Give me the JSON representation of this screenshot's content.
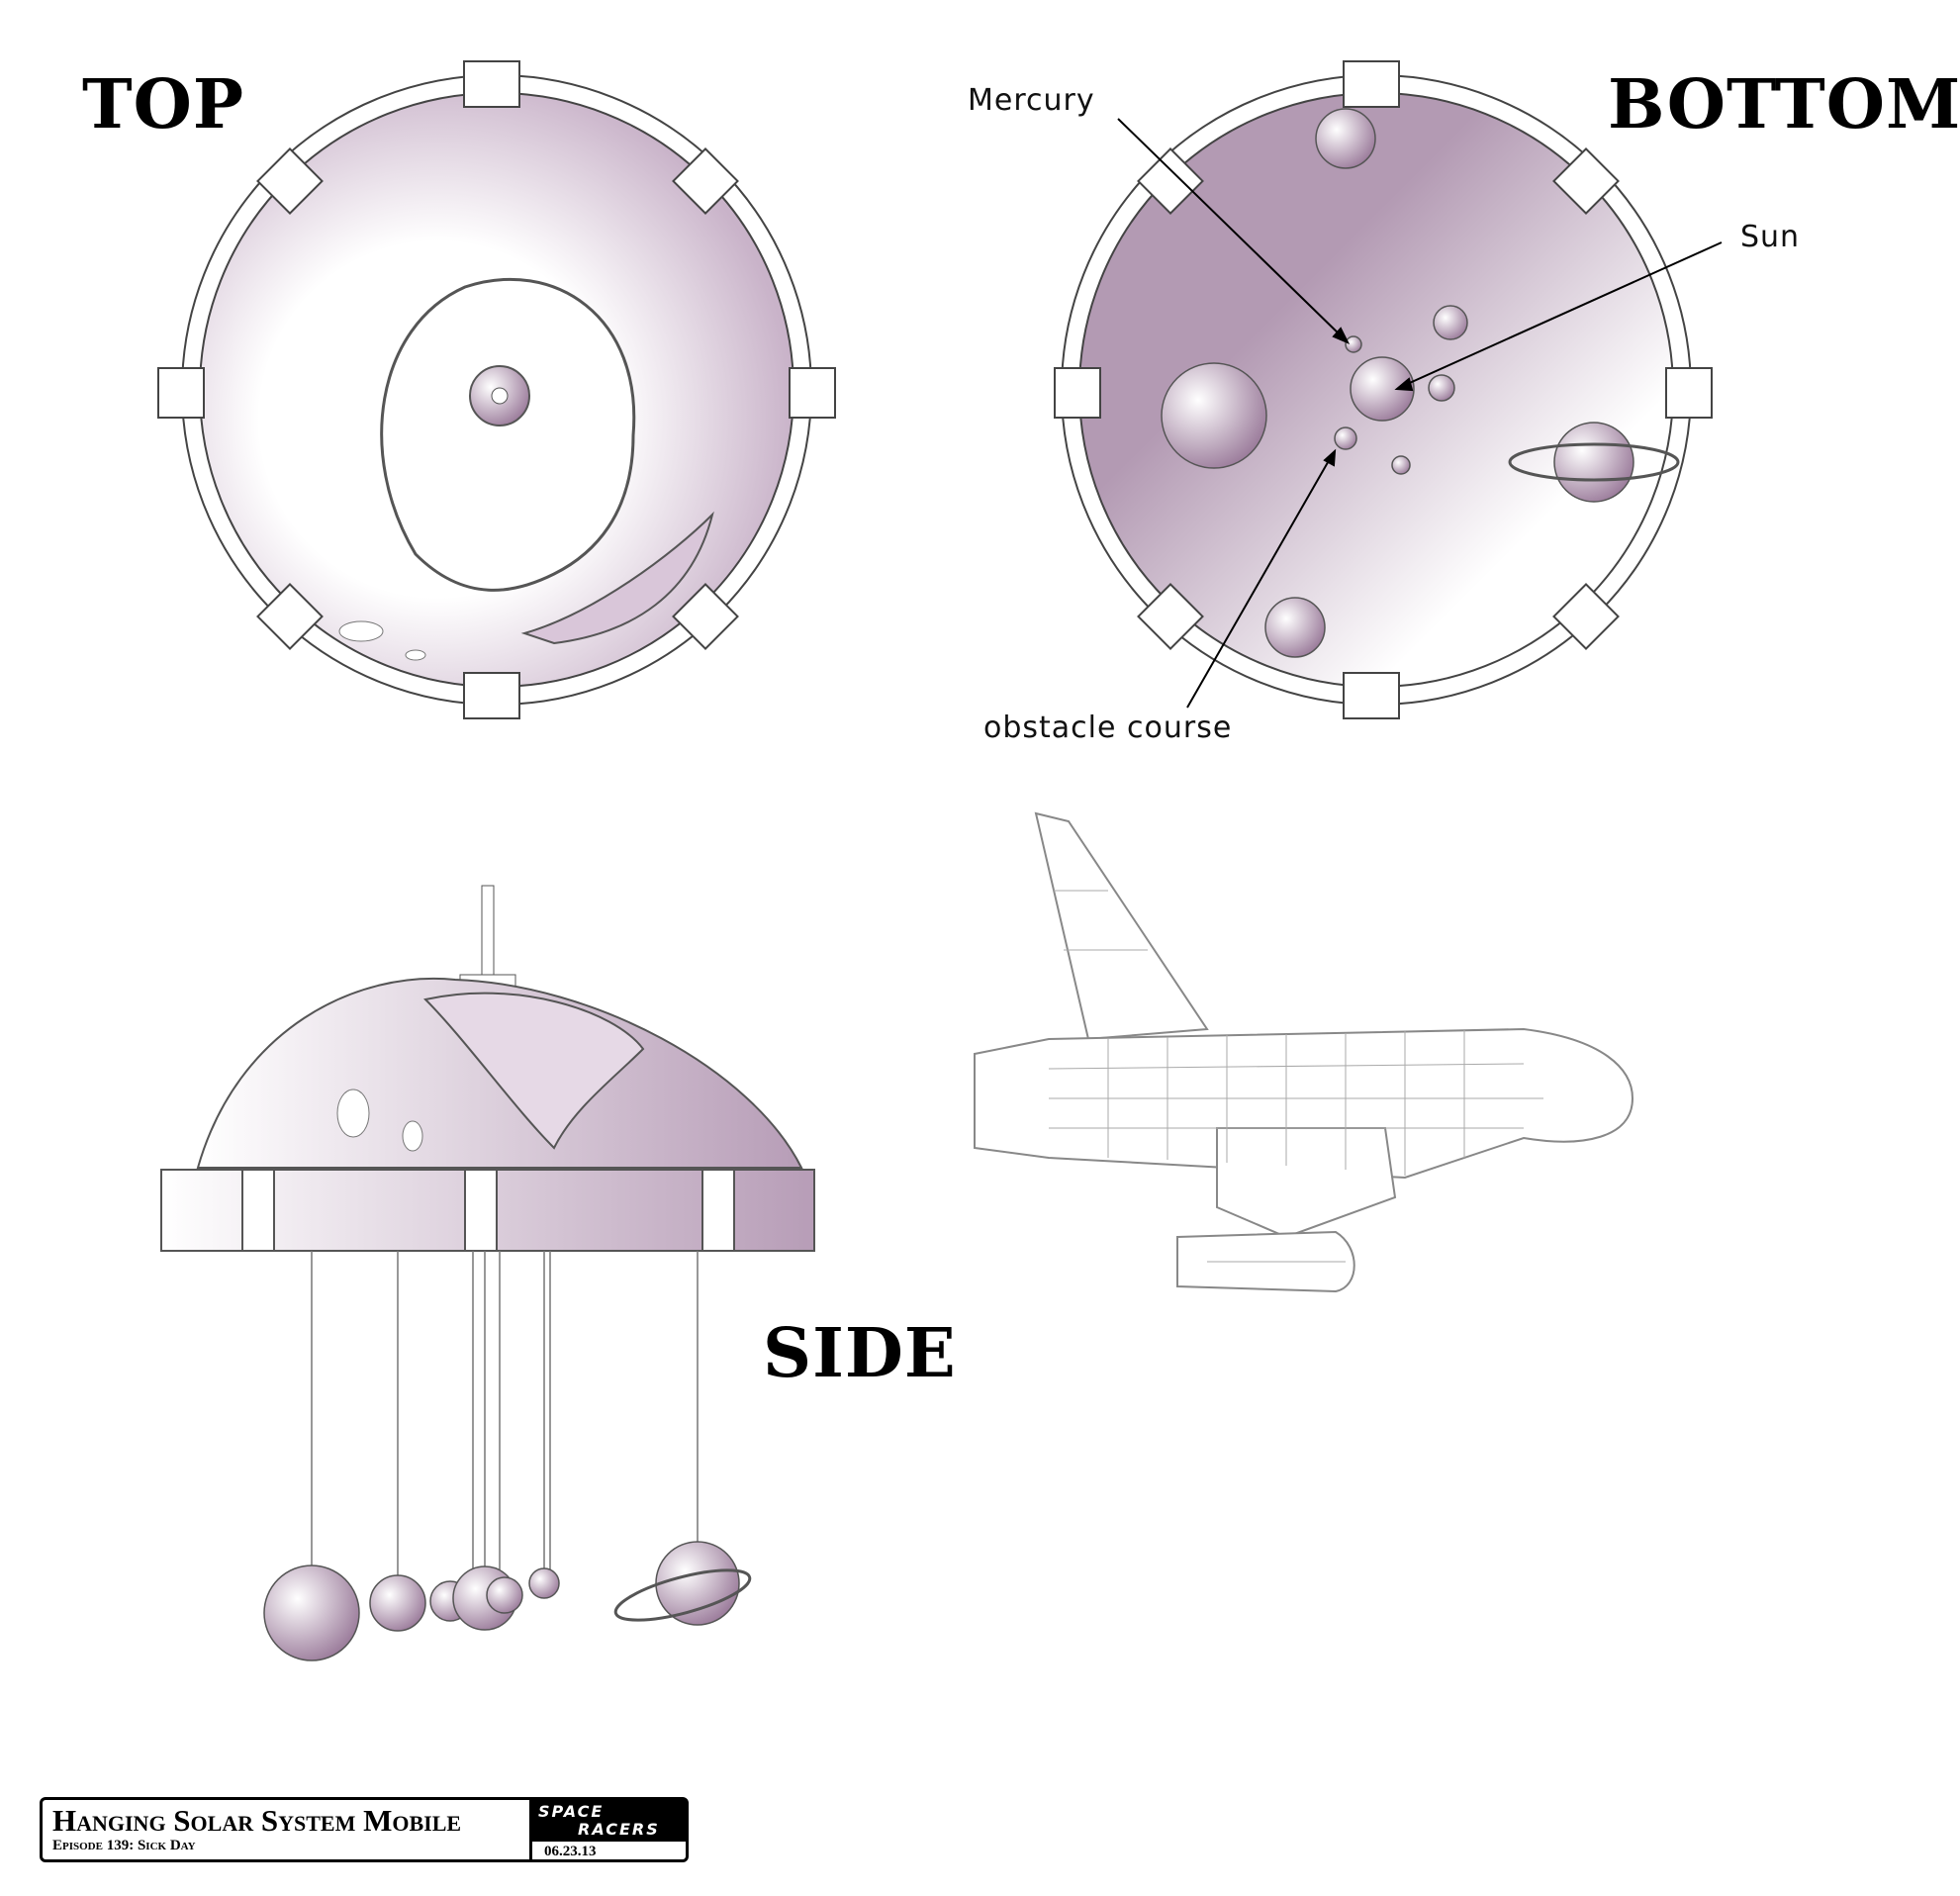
{
  "views": {
    "top": "TOP",
    "bottom": "BOTTOM",
    "side": "SIDE"
  },
  "callouts": {
    "mercury": "Mercury",
    "sun": "Sun",
    "obstacle_course": "obstacle course"
  },
  "title_block": {
    "title": "Hanging Solar System Mobile",
    "episode": "Episode 139: Sick Day",
    "logo_line1": "SPACE",
    "logo_line2": "RACERS",
    "date": "06.23.13"
  },
  "colors": {
    "accent_purple": "#b49bb4",
    "line": "#333333"
  }
}
